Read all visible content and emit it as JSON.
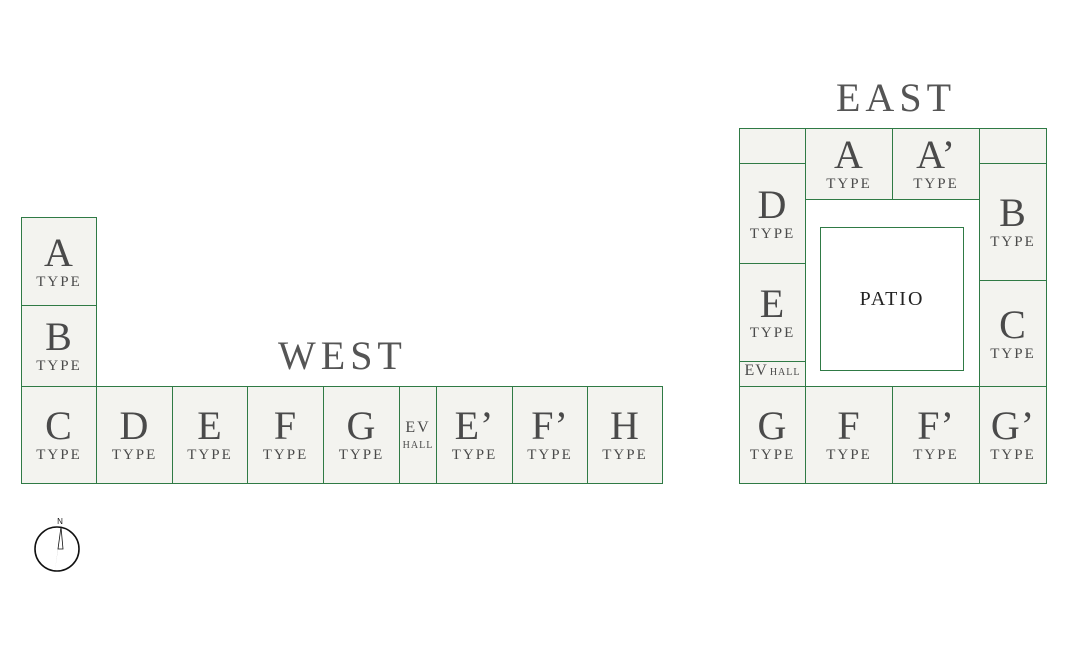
{
  "west": {
    "title": "WEST",
    "units": [
      {
        "letter": "A",
        "type": "TYPE"
      },
      {
        "letter": "B",
        "type": "TYPE"
      },
      {
        "letter": "C",
        "type": "TYPE"
      },
      {
        "letter": "D",
        "type": "TYPE"
      },
      {
        "letter": "E",
        "type": "TYPE"
      },
      {
        "letter": "F",
        "type": "TYPE"
      },
      {
        "letter": "G",
        "type": "TYPE"
      },
      {
        "letter": "EV",
        "type": "HALL"
      },
      {
        "letter": "E’",
        "type": "TYPE"
      },
      {
        "letter": "F’",
        "type": "TYPE"
      },
      {
        "letter": "H",
        "type": "TYPE"
      }
    ]
  },
  "east": {
    "title": "EAST",
    "patio": "PATIO",
    "units": [
      {
        "letter": "A",
        "type": "TYPE"
      },
      {
        "letter": "A’",
        "type": "TYPE"
      },
      {
        "letter": "D",
        "type": "TYPE"
      },
      {
        "letter": "B",
        "type": "TYPE"
      },
      {
        "letter": "E",
        "type": "TYPE"
      },
      {
        "letter": "C",
        "type": "TYPE"
      },
      {
        "letter": "EV",
        "type": "HALL"
      },
      {
        "letter": "G",
        "type": "TYPE"
      },
      {
        "letter": "F",
        "type": "TYPE"
      },
      {
        "letter": "F’",
        "type": "TYPE"
      },
      {
        "letter": "G’",
        "type": "TYPE"
      }
    ]
  },
  "compass": {
    "label": "N"
  },
  "colors": {
    "border": "#2f7a45",
    "fill": "#f3f3ef",
    "text": "#4a4a4a"
  }
}
